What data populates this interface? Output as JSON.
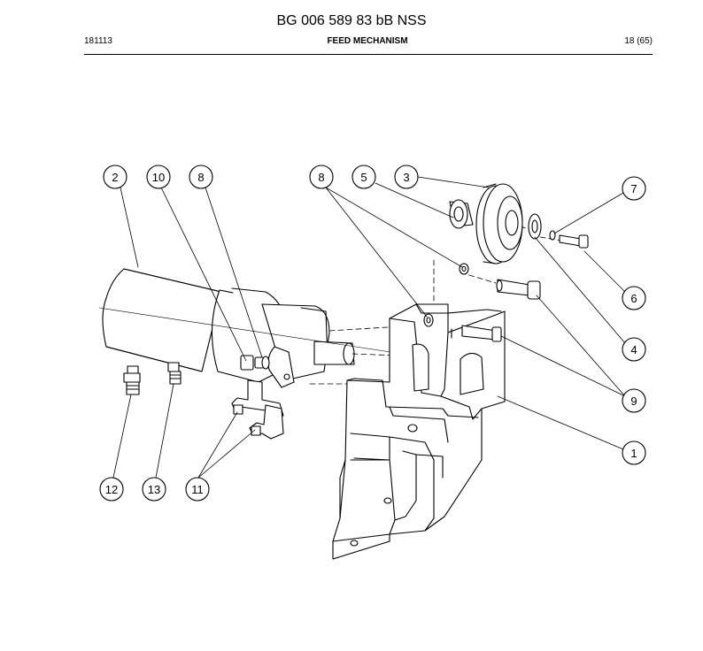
{
  "header": {
    "document_id": "BG 006 589 83 bB NSS",
    "date_code": "181113",
    "section_title": "FEED MECHANISM",
    "page": "18 (65)"
  },
  "callouts": [
    {
      "id": "callout-2",
      "label": "2"
    },
    {
      "id": "callout-10",
      "label": "10"
    },
    {
      "id": "callout-8-left",
      "label": "8"
    },
    {
      "id": "callout-8-right",
      "label": "8"
    },
    {
      "id": "callout-5",
      "label": "5"
    },
    {
      "id": "callout-3",
      "label": "3"
    },
    {
      "id": "callout-7",
      "label": "7"
    },
    {
      "id": "callout-6",
      "label": "6"
    },
    {
      "id": "callout-4",
      "label": "4"
    },
    {
      "id": "callout-9",
      "label": "9"
    },
    {
      "id": "callout-1",
      "label": "1"
    },
    {
      "id": "callout-12",
      "label": "12"
    },
    {
      "id": "callout-13",
      "label": "13"
    },
    {
      "id": "callout-11",
      "label": "11"
    }
  ]
}
